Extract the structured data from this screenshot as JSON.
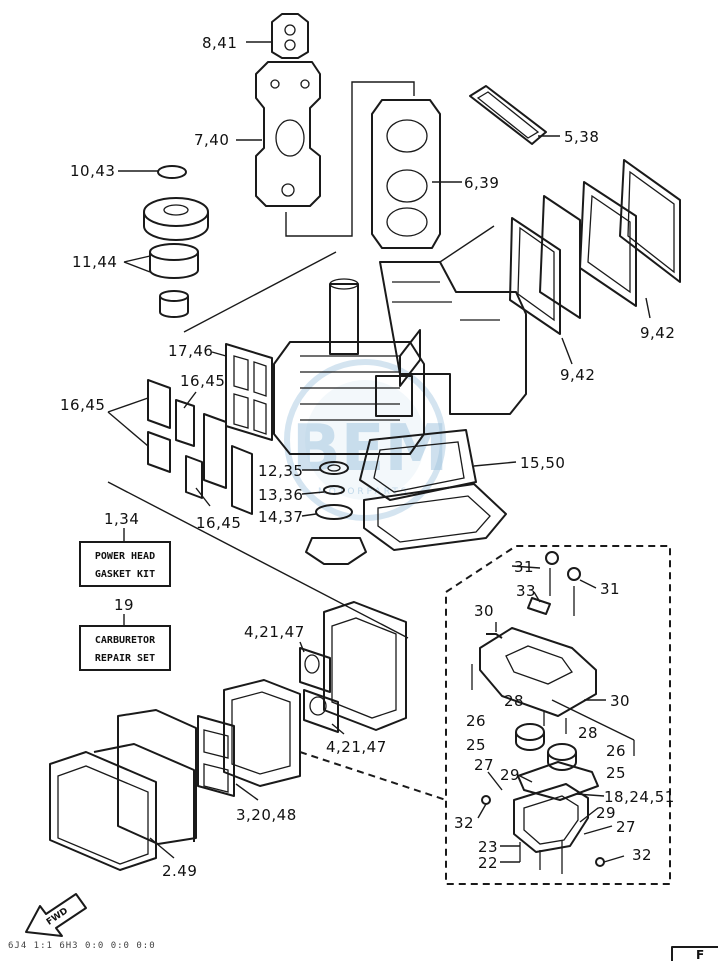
{
  "callouts": {
    "c_8_41": "8,41",
    "c_7_40": "7,40",
    "c_10_43": "10,43",
    "c_11_44": "11,44",
    "c_5_38": "5,38",
    "c_6_39": "6,39",
    "c_9_42_a": "9,42",
    "c_9_42_b": "9,42",
    "c_17_46": "17,46",
    "c_16_45_a": "16,45",
    "c_16_45_b": "16,45",
    "c_16_45_c": "16,45",
    "c_12_35": "12,35",
    "c_13_36": "13,36",
    "c_14_37": "14,37",
    "c_15_50": "15,50",
    "c_1_34": "1,34",
    "c_19": "19",
    "c_4_21_47_a": "4,21,47",
    "c_4_21_47_b": "4,21,47",
    "c_3_20_48": "3,20,48",
    "c_2_49": "2.49",
    "c_31_a": "31",
    "c_31_b": "31",
    "c_33": "33",
    "c_30_a": "30",
    "c_30_b": "30",
    "c_28_a": "28",
    "c_28_b": "28",
    "c_26_a": "26",
    "c_26_b": "26",
    "c_25_a": "25",
    "c_25_b": "25",
    "c_27_a": "27",
    "c_27_b": "27",
    "c_29_a": "29",
    "c_29_b": "29",
    "c_18_24_51": "18,24,51",
    "c_32_a": "32",
    "c_32_b": "32",
    "c_23": "23",
    "c_22": "22"
  },
  "kits": {
    "power_head": {
      "line1": "POWER HEAD",
      "line2": "GASKET KIT"
    },
    "carburetor": {
      "line1": "CARBURETOR",
      "line2": "REPAIR SET"
    }
  },
  "fwd_label": "FWD",
  "watermark": {
    "main": "BEM",
    "sub": "MOTORPARTS"
  },
  "footer_text": "6J4 1:1 6H3 0:0 0:0 0:0",
  "corner_text": "F",
  "colors": {
    "ink": "#1a1a1a",
    "watermark": "#9fc3de",
    "background": "#ffffff"
  }
}
